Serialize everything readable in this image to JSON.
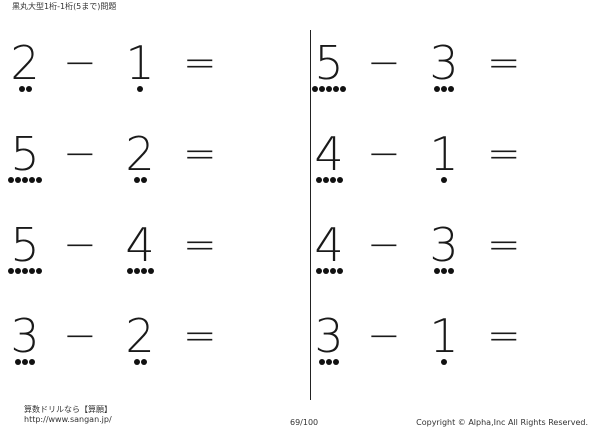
{
  "header": {
    "title": "黒丸大型1桁-1桁(5まで)問題"
  },
  "problems": [
    {
      "a": 2,
      "op": "−",
      "b": 1,
      "eq": "="
    },
    {
      "a": 5,
      "op": "−",
      "b": 3,
      "eq": "="
    },
    {
      "a": 5,
      "op": "−",
      "b": 2,
      "eq": "="
    },
    {
      "a": 4,
      "op": "−",
      "b": 1,
      "eq": "="
    },
    {
      "a": 5,
      "op": "−",
      "b": 4,
      "eq": "="
    },
    {
      "a": 4,
      "op": "−",
      "b": 3,
      "eq": "="
    },
    {
      "a": 3,
      "op": "−",
      "b": 2,
      "eq": "="
    },
    {
      "a": 3,
      "op": "−",
      "b": 1,
      "eq": "="
    }
  ],
  "footer": {
    "site_name": "算数ドリルなら【算願】",
    "url": "http://www.sangan.jp/",
    "page": "69/100",
    "copyright": "Copyright © Alpha,Inc All Rights Reserved."
  }
}
